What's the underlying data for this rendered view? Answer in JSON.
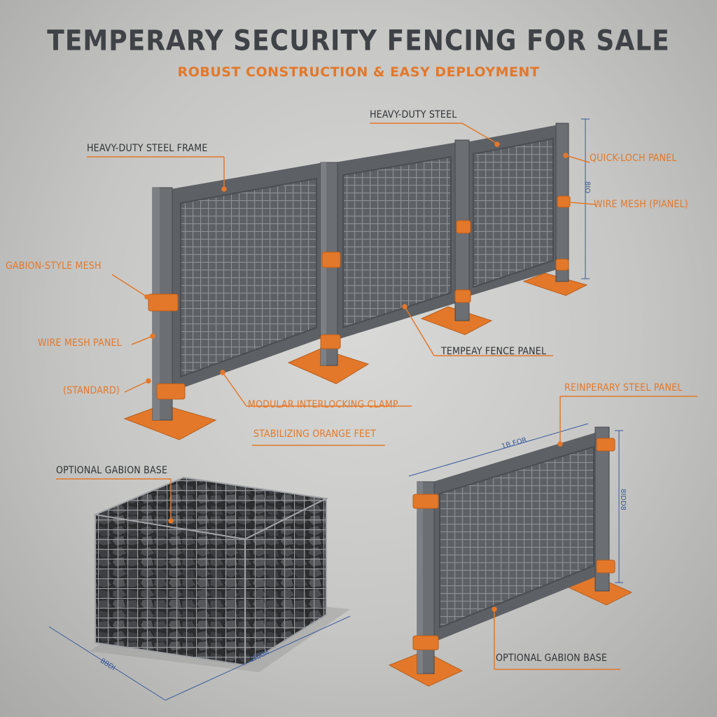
{
  "title": "TEMPERARY SECURITY FENCING FOR SALE",
  "subtitle": "ROBUST CONSTRUCTION & EASY DEPLOYMENT",
  "labels": {
    "heavy_duty_steel": "HEAVY-DUTY STEEL",
    "heavy_duty_steel_frame": "HEAVY-DUTY STEEL FRAME",
    "quick_loch_panel": "QUICK-LOCH PANEL",
    "wire_mesh_pianel": "WIRE MESH (PIANEL)",
    "gabion_style_mesh": "GABION-STYLE MESH",
    "wire_mesh_panel": "WIRE MESH PANEL",
    "standard": "(STANDARD)",
    "tempeay_fence_panel": "TEMPEAY FENCE PANEL",
    "modular_interlocking_clamp": "MODULAR INTERLOCKING CLAMP",
    "stabilizing_orange_feet": "STABILIZING ORANGE FEET",
    "reinperary_steel_panel": "REINPERARY STEEL PANEL",
    "optional_gabion_base_top": "OPTIONAL GABION BASE",
    "optional_gabion_base_bottom": "OPTIONAL GABION BASE"
  },
  "dimensions": {
    "main_height": "8IO",
    "single_width": "1B.FOR",
    "single_height": "8IDD8",
    "gabion_depth": "88DI",
    "gabion_length": "1RRM"
  },
  "colors": {
    "accent_orange": "#e3782a",
    "steel": "#66696d",
    "title": "#3f4246",
    "dimension_line": "#3a5a9a"
  }
}
